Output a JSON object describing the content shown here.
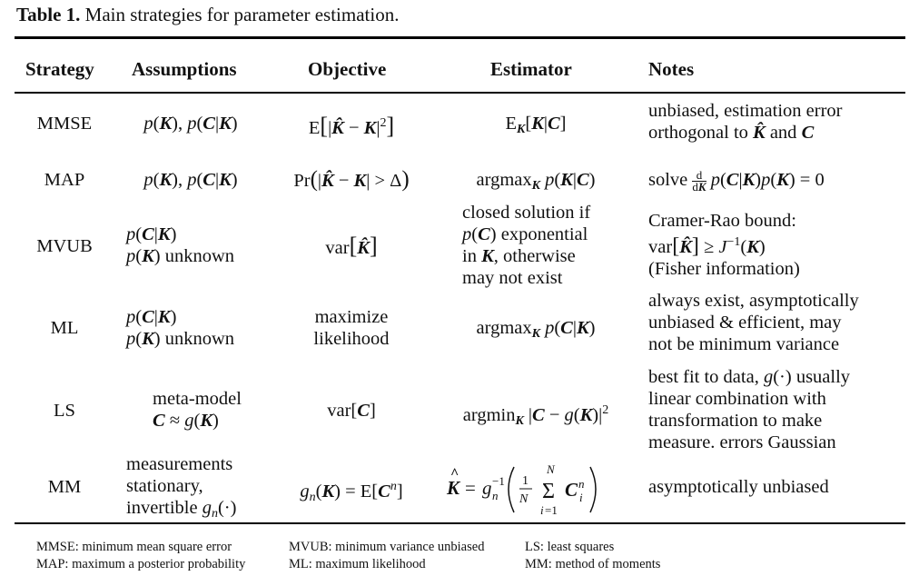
{
  "table": {
    "label": "Table 1.",
    "caption": "Main strategies for parameter estimation.",
    "headers": [
      "Strategy",
      "Assumptions",
      "Objective",
      "Estimator",
      "Notes"
    ],
    "rows": [
      {
        "strategy": "MMSE",
        "assumptions": [
          "p(K), p(C|K)"
        ],
        "objective": [
          "E[|K̂ − K|²]"
        ],
        "estimator": [
          "E_K[K|C]"
        ],
        "notes": [
          "unbiased, estimation error",
          "orthogonal to K̂ and C"
        ]
      },
      {
        "strategy": "MAP",
        "assumptions": [
          "p(K), p(C|K)"
        ],
        "objective": [
          "Pr(|K̂ − K| > Δ)"
        ],
        "estimator": [
          "argmax_K p(K|C)"
        ],
        "notes": [
          "solve d/dK p(C|K)p(K) = 0"
        ]
      },
      {
        "strategy": "MVUB",
        "assumptions": [
          "p(C|K)",
          "p(K) unknown"
        ],
        "objective": [
          "var[K̂]"
        ],
        "estimator": [
          "closed solution if",
          "p(C) exponential",
          "in K, otherwise",
          "may not exist"
        ],
        "notes": [
          "Cramer-Rao bound:",
          "var[K̂] ≥ J⁻¹(K)",
          "(Fisher information)"
        ]
      },
      {
        "strategy": "ML",
        "assumptions": [
          "p(C|K)",
          "p(K) unknown"
        ],
        "objective": [
          "maximize",
          "likelihood"
        ],
        "estimator": [
          "argmax_K p(C|K)"
        ],
        "notes": [
          "always exist, asymptotically",
          "unbiased & efficient, may",
          "not be minimum variance"
        ]
      },
      {
        "strategy": "LS",
        "assumptions": [
          "meta-model",
          "C ≈ g(K)"
        ],
        "objective": [
          "var[C]"
        ],
        "estimator": [
          "argmin_K |C − g(K)|²"
        ],
        "notes": [
          "best fit to data, g(·) usually",
          "linear combination with",
          "transformation to make",
          "measure. errors Gaussian"
        ]
      },
      {
        "strategy": "MM",
        "assumptions": [
          "measurements",
          "stationary,",
          "invertible g_n(·)"
        ],
        "objective": [
          "g_n(K) = E[C^n]"
        ],
        "estimator": [
          "K̂ = g_n⁻¹((1/N) Σ_{i=1}^{N} C_i^n)"
        ],
        "notes": [
          "asymptotically unbiased"
        ]
      }
    ],
    "footnotes": [
      [
        "MMSE: minimum mean square error",
        "MVUB: minimum variance unbiased",
        "LS: least squares"
      ],
      [
        "MAP: maximum a posterior probability",
        "ML: maximum likelihood",
        "MM: method of moments"
      ]
    ]
  }
}
